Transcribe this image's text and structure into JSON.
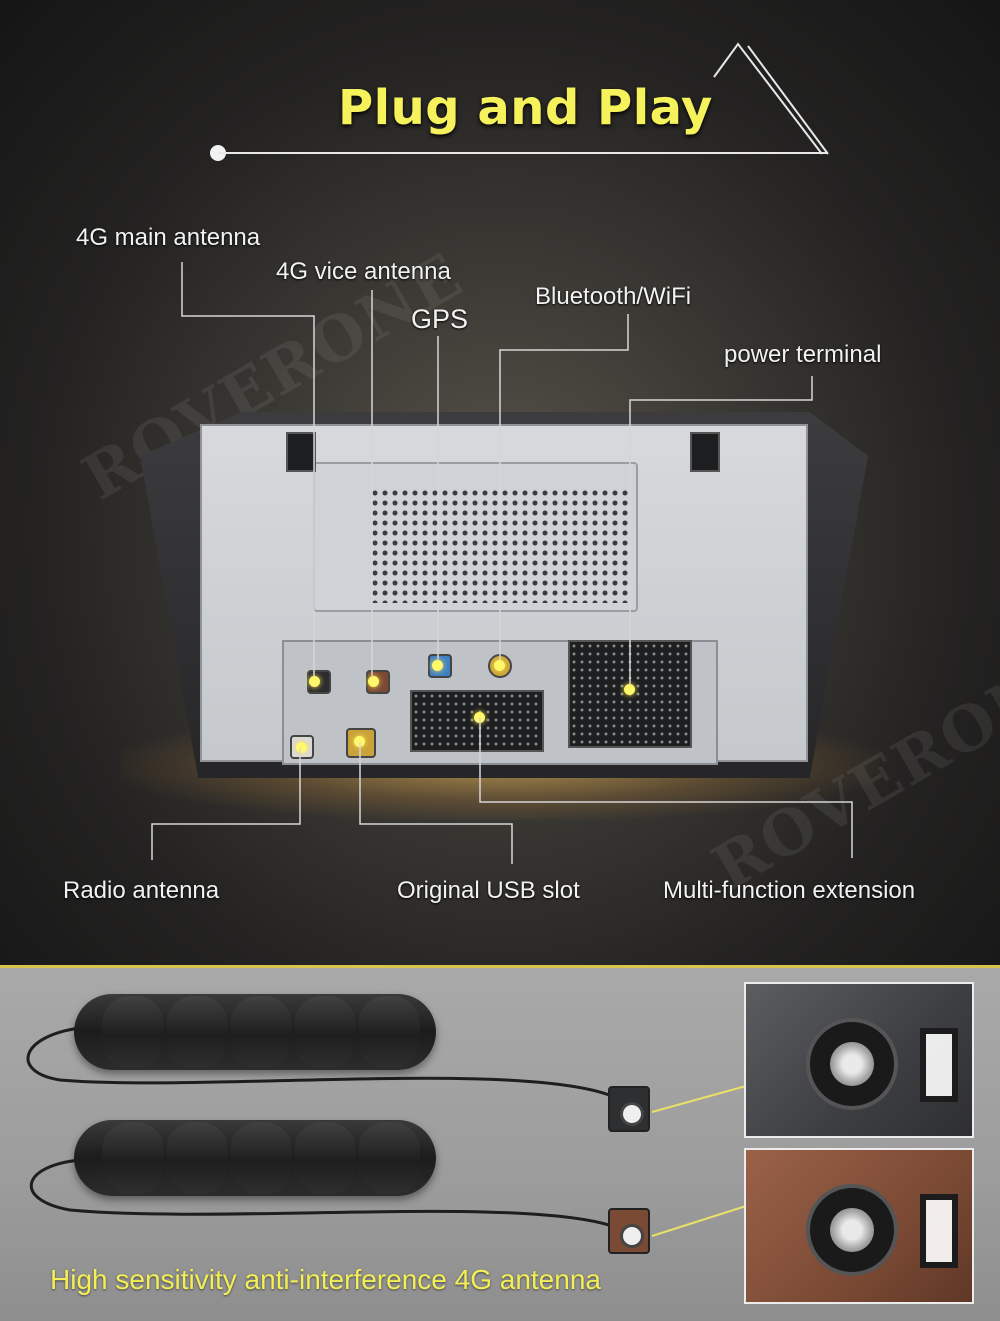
{
  "title": "Plug and Play",
  "watermarks": [
    "ROVERONE",
    "ROVERONE"
  ],
  "labels": {
    "main_4g": "4G main antenna",
    "vice_4g": "4G vice antenna",
    "gps": "GPS",
    "bt_wifi": "Bluetooth/WiFi",
    "power": "power terminal",
    "radio": "Radio antenna",
    "usb": "Original USB slot",
    "multi": "Multi-function extension"
  },
  "bottom_caption": "High sensitivity anti-interference 4G antenna",
  "colors": {
    "title": "#f6f25c",
    "highlight_dot": "#fff86b",
    "connector_black": "#2b2c2e",
    "connector_brown": "#7b4a34",
    "connector_blue": "#3f7fc7",
    "connector_gold": "#c9a23a",
    "caption": "#f3ef55"
  }
}
